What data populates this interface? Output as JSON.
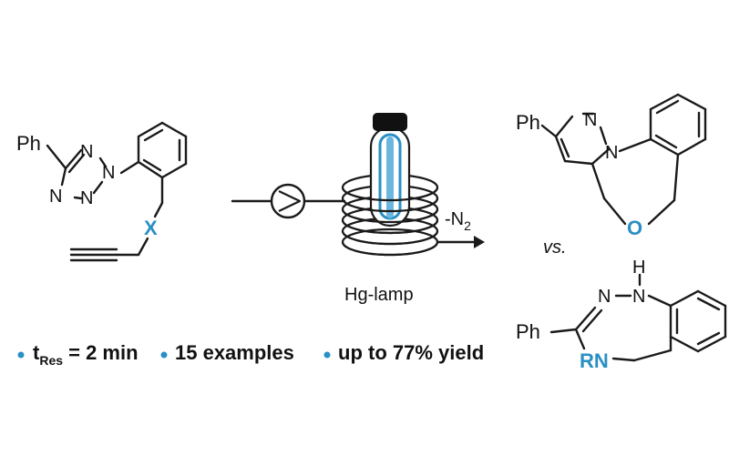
{
  "reactant": {
    "ph": "Ph",
    "n": "N",
    "x": "X"
  },
  "conditions": {
    "loss": "-N",
    "loss_sub": "2",
    "lamp": "Hg-lamp"
  },
  "vs": "vs.",
  "product_top": {
    "ph": "Ph",
    "n": "N",
    "o": "O"
  },
  "product_bottom": {
    "h": "H",
    "n": "N",
    "ph": "Ph",
    "rn": "RN"
  },
  "summary": {
    "t_main": "t",
    "t_sub": "Res",
    "t_rest": " = 2 min",
    "examples": "15 examples",
    "yield": "up to 77% yield"
  },
  "colors": {
    "accent": "#2a8fc4",
    "ink": "#1a1a1a"
  }
}
